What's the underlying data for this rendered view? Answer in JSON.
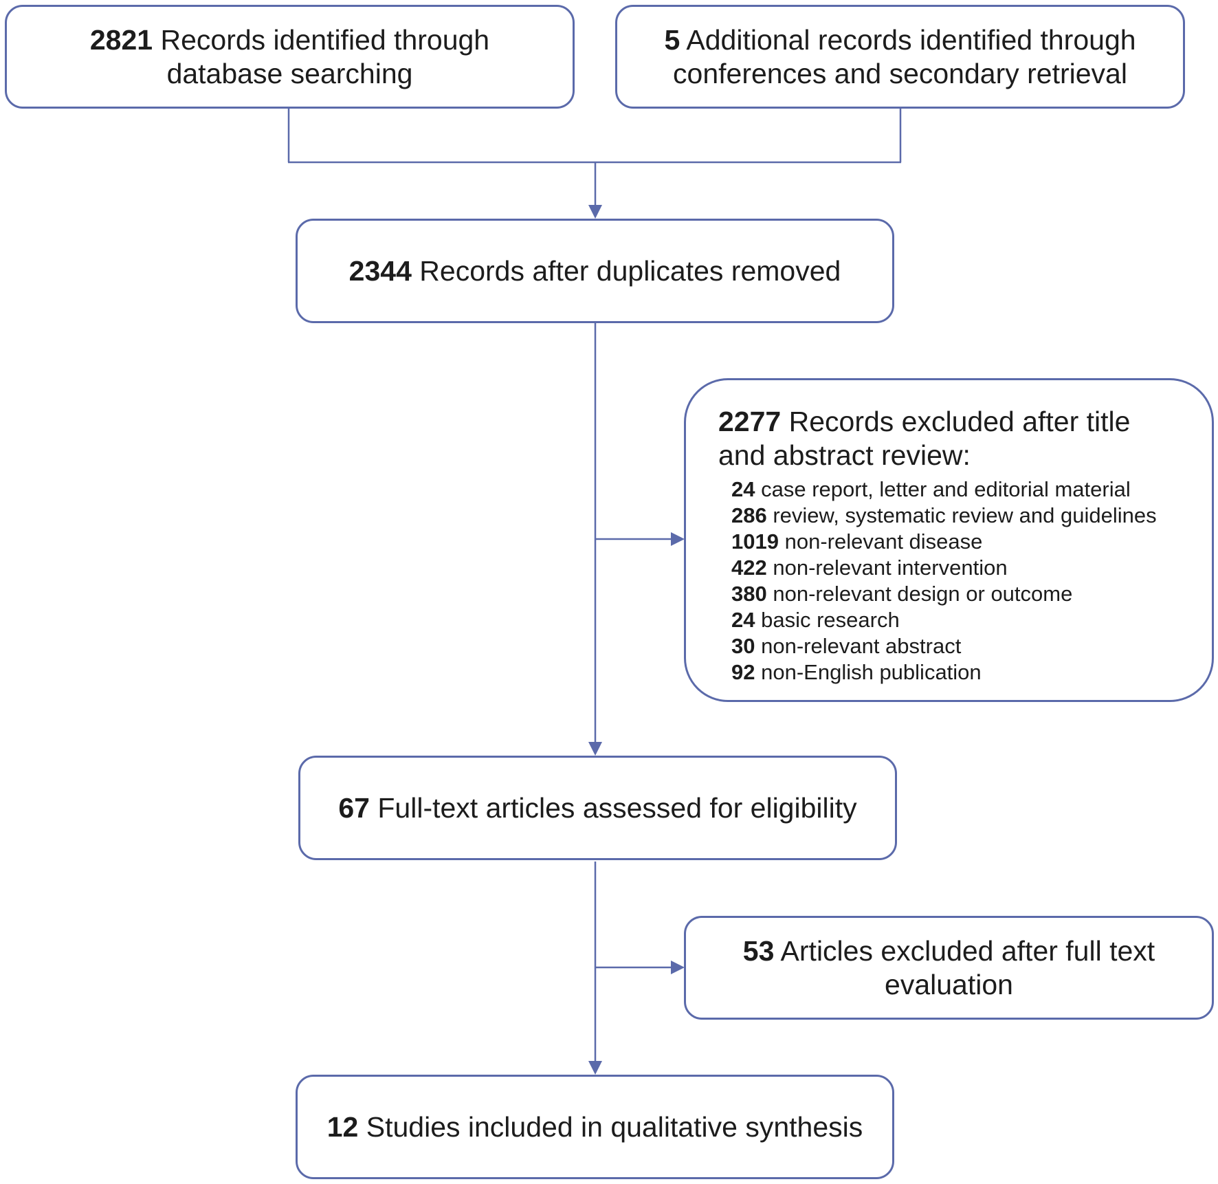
{
  "boxes": {
    "identified_db": {
      "count": "2821",
      "lines": [
        "Records identified through",
        "database searching"
      ]
    },
    "identified_other": {
      "count": "5",
      "lines": [
        "Additional records identified through",
        "conferences and secondary retrieval"
      ]
    },
    "after_duplicates": {
      "count": "2344",
      "lines": [
        "Records after duplicates removed"
      ]
    },
    "excluded_title_abstract": {
      "count": "2277",
      "lines": [
        "Records excluded after title",
        "and abstract review:"
      ],
      "reasons": [
        {
          "count": "24",
          "text": "case report, letter and editorial material"
        },
        {
          "count": "286",
          "text": "review, systematic review and guidelines"
        },
        {
          "count": "1019",
          "text": "non-relevant disease"
        },
        {
          "count": "422",
          "text": "non-relevant intervention"
        },
        {
          "count": "380",
          "text": "non-relevant design or outcome"
        },
        {
          "count": "24",
          "text": "basic research"
        },
        {
          "count": "30",
          "text": "non-relevant abstract"
        },
        {
          "count": "92",
          "text": "non-English publication"
        }
      ]
    },
    "full_text_assessed": {
      "count": "67",
      "lines": [
        "Full-text articles assessed for eligibility"
      ]
    },
    "excluded_full_text": {
      "count": "53",
      "lines": [
        "Articles excluded after full text",
        "evaluation"
      ]
    },
    "included": {
      "count": "12",
      "lines": [
        "Studies included in qualitative synthesis"
      ]
    }
  },
  "colors": {
    "stroke": "#5b6aaa",
    "text": "#1c1c1c",
    "background": "#ffffff"
  }
}
